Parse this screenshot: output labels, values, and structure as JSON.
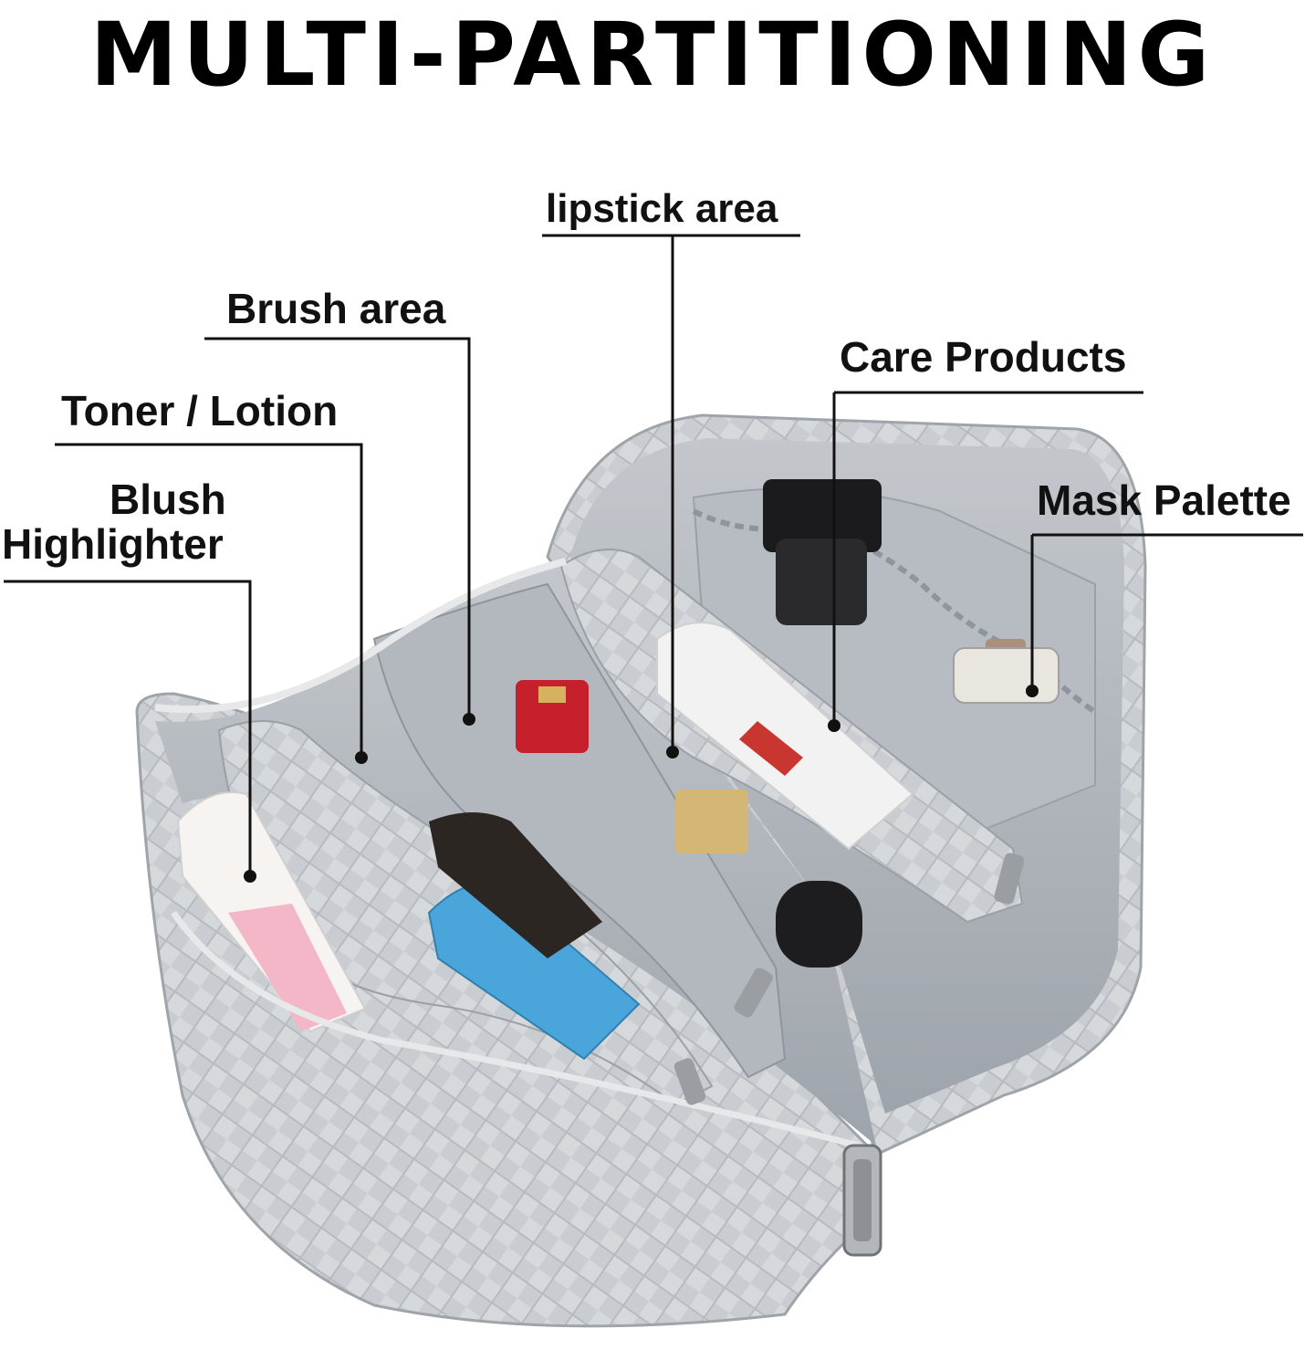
{
  "title": "MULTI-PARTITIONING",
  "labels": {
    "lipstick": "lipstick area",
    "brush": "Brush area",
    "care": "Care Products",
    "toner": "Toner / Lotion",
    "blush_line1": "Blush",
    "blush_line2": "Highlighter",
    "mask": "Mask Palette"
  },
  "colors": {
    "bag_shell": "#c9ccd0",
    "bag_lining": "#aeb3b9",
    "leader_line": "#111111"
  }
}
